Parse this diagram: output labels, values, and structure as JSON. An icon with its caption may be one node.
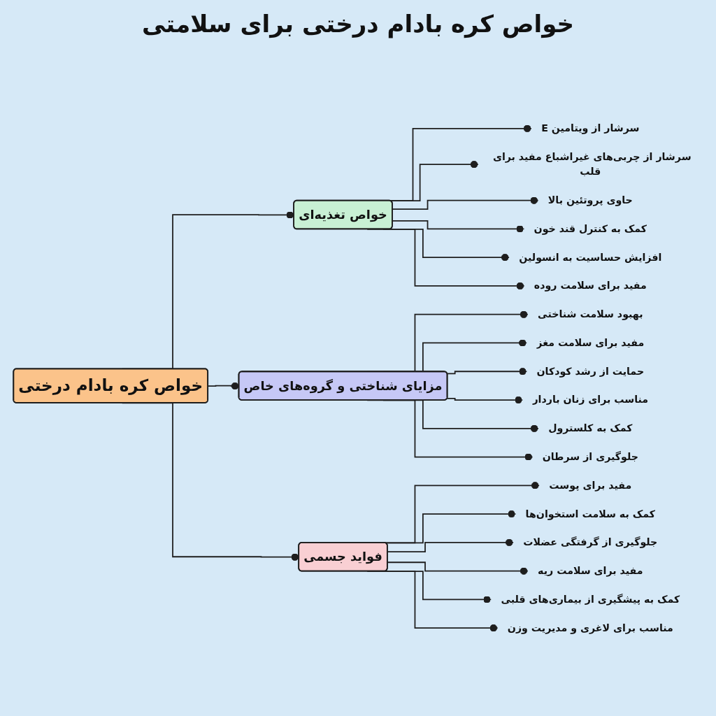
{
  "diagram": {
    "title": "خواص کره بادام درختی برای سلامتی",
    "nodes": [
      {
        "text": [
          "خواص کره بادام درختی"
        ]
      },
      {
        "text": [
          "خواص تغذیه‌ای"
        ]
      },
      {
        "text": [
          "سرشار از ویتامین E"
        ]
      },
      {
        "text": [
          "سرشار از چربی‌های غیراشباع مفید برای قلب"
        ]
      },
      {
        "text": [
          "حاوی پروتئین بالا"
        ]
      },
      {
        "text": [
          "کمک به کنترل قند خون"
        ]
      },
      {
        "text": [
          "افزایش حساسیت به انسولین"
        ]
      },
      {
        "text": [
          "مفید برای سلامت روده"
        ]
      },
      {
        "text": [
          "مزایای شناختی و گروه‌های خاص"
        ]
      },
      {
        "text": [
          "بهبود سلامت شناختی"
        ]
      },
      {
        "text": [
          "مفید برای سلامت مغز"
        ]
      },
      {
        "text": [
          "حمایت از رشد کودکان"
        ]
      },
      {
        "text": [
          "مناسب برای زنان باردار"
        ]
      },
      {
        "text": [
          "کمک به کلسترول"
        ]
      },
      {
        "text": [
          "جلوگیری از سرطان"
        ]
      },
      {
        "text": [
          "فواید جسمی"
        ]
      },
      {
        "text": [
          "مفید برای پوست"
        ]
      },
      {
        "text": [
          "کمک به سلامت استخوان‌ها"
        ]
      },
      {
        "text": [
          "جلوگیری از گرفتگی عضلات"
        ]
      },
      {
        "text": [
          "مفید برای سلامت ریه"
        ]
      },
      {
        "text": [
          "کمک به پیشگیری از بیماری‌های قلبی"
        ]
      },
      {
        "text": [
          "مناسب برای لاغری و مدیریت وزن"
        ]
      }
    ],
    "edges": [
      {
        "from": 0,
        "to": 1,
        "arrow": "other"
      },
      {
        "from": 1,
        "to": 2,
        "arrow": "other"
      },
      {
        "from": 1,
        "to": 3,
        "arrow": "other"
      },
      {
        "from": 1,
        "to": 4,
        "arrow": "other"
      },
      {
        "from": 1,
        "to": 5,
        "arrow": "other"
      },
      {
        "from": 1,
        "to": 6,
        "arrow": "other"
      },
      {
        "from": 1,
        "to": 7,
        "arrow": "other"
      },
      {
        "from": 0,
        "to": 8,
        "arrow": "other"
      },
      {
        "from": 8,
        "to": 9,
        "arrow": "other"
      },
      {
        "from": 8,
        "to": 10,
        "arrow": "other"
      },
      {
        "from": 8,
        "to": 11,
        "arrow": "other"
      },
      {
        "from": 8,
        "to": 12,
        "arrow": "other"
      },
      {
        "from": 8,
        "to": 13,
        "arrow": "other"
      },
      {
        "from": 8,
        "to": 14,
        "arrow": "other"
      },
      {
        "from": 0,
        "to": 15,
        "arrow": "other"
      },
      {
        "from": 15,
        "to": 16,
        "arrow": "other"
      },
      {
        "from": 15,
        "to": 17,
        "arrow": "other"
      },
      {
        "from": 15,
        "to": 18,
        "arrow": "other"
      },
      {
        "from": 15,
        "to": 19,
        "arrow": "other"
      },
      {
        "from": 15,
        "to": 20,
        "arrow": "other"
      },
      {
        "from": 15,
        "to": 21,
        "arrow": "other"
      }
    ]
  }
}
